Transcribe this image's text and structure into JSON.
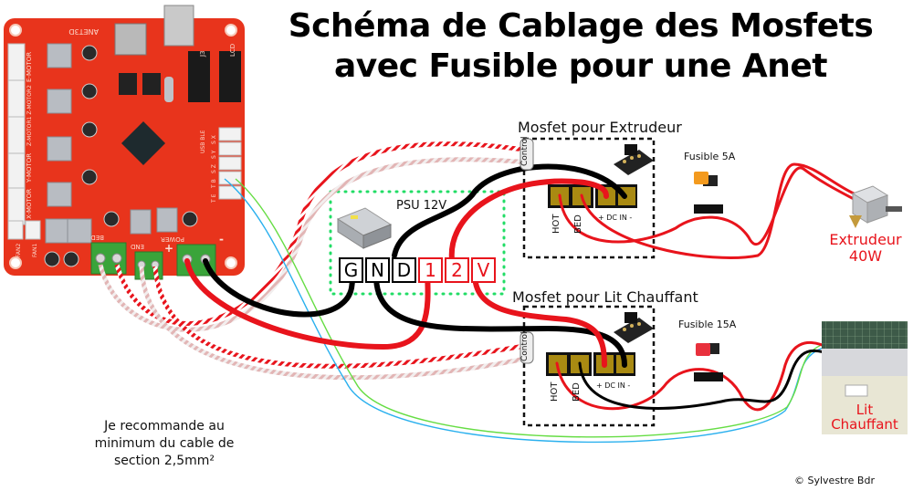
{
  "title": {
    "line1": "Schéma de Cablage des Mosfets",
    "line2": "avec Fusible pour une Anet"
  },
  "board": {
    "name": "ANET3D",
    "connectors": {
      "j3": "J3",
      "lcd": "LCD",
      "e_motor": "E-MOTOR",
      "z_motor": "Z-MOTOR1 Z-MOTOR2",
      "y_motor": "Y-MOTOR",
      "x_motor": "X-MOTOR",
      "fan1": "FAN1",
      "fan2": "FAN2",
      "bed": "BED",
      "end": "END",
      "power": "POWER",
      "usb": "USB BLE",
      "tb": "T B",
      "te": "T E",
      "sx": "S X",
      "sy": "S Y",
      "sz": "S Z",
      "plus": "+",
      "minus": "-"
    }
  },
  "psu": {
    "label": "PSU 12V",
    "terminals": [
      {
        "char": "G",
        "polarity": "gnd"
      },
      {
        "char": "N",
        "polarity": "gnd"
      },
      {
        "char": "D",
        "polarity": "gnd"
      },
      {
        "char": "1",
        "polarity": "v12"
      },
      {
        "char": "2",
        "polarity": "v12"
      },
      {
        "char": "V",
        "polarity": "v12"
      }
    ]
  },
  "mosfets": [
    {
      "id": "extruder",
      "title": "Mosfet pour Extrudeur",
      "control_label": "Control",
      "pin_hot": "HOT",
      "pin_bed": "BED",
      "dc_in": "+ DC IN -",
      "fuse_label": "Fusible 5A",
      "fuse_color": "#f39a1e"
    },
    {
      "id": "heated-bed",
      "title": "Mosfet pour Lit Chauffant",
      "control_label": "Control",
      "pin_hot": "HOT",
      "pin_bed": "BED",
      "dc_in": "+ DC IN -",
      "fuse_label": "Fusible 15A",
      "fuse_color": "#e8303c"
    }
  ],
  "loads": {
    "extruder": {
      "line1": "Extrudeur",
      "line2": "40W"
    },
    "bed": {
      "line1": "Lit",
      "line2": "Chauffant"
    }
  },
  "note": {
    "line1": "Je recommande au",
    "line2": "minimum du cable de",
    "line3": "section 2,5mm²"
  },
  "copyright": "© Sylvestre Bdr",
  "colors": {
    "board_red": "#e8341c",
    "wire_red": "#e8141c",
    "wire_black": "#000000",
    "label_red": "#e8141c",
    "psu_green_dots": "#22dd66",
    "terminal_gold": "#a98a12",
    "terminal_green": "#3aa43a"
  }
}
